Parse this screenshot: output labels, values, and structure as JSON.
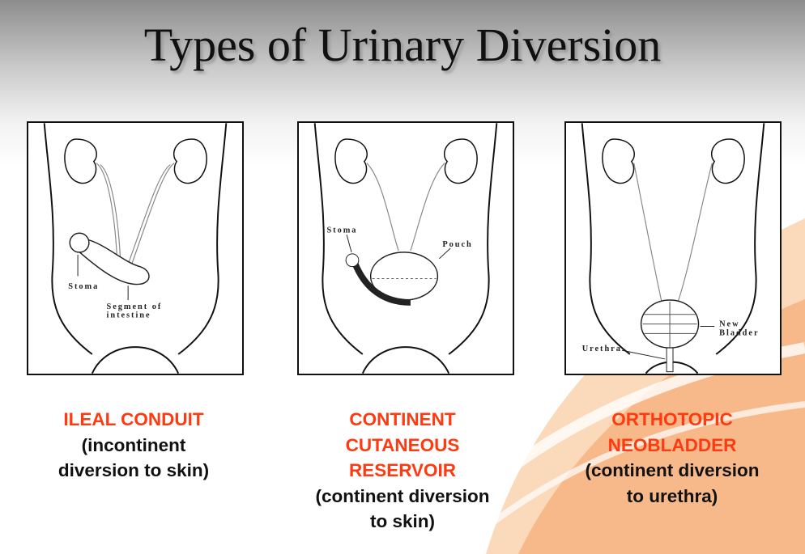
{
  "title": "Types of Urinary Diversion",
  "panels": [
    {
      "labels": {
        "stoma": "Stoma",
        "segment1": "Segment of",
        "segment2": "intestine"
      },
      "caption_title": [
        "ILEAL CONDUIT"
      ],
      "caption_desc": [
        "(incontinent",
        "diversion to skin)"
      ]
    },
    {
      "labels": {
        "stoma": "Stoma",
        "pouch": "Pouch"
      },
      "caption_title": [
        "CONTINENT",
        "CUTANEOUS",
        "RESERVOIR"
      ],
      "caption_desc": [
        "(continent diversion",
        "to skin)"
      ]
    },
    {
      "labels": {
        "urethra": "Urethra",
        "new": "New",
        "bladder": "Bladder"
      },
      "caption_title": [
        "ORTHOTOPIC",
        "NEOBLADDER"
      ],
      "caption_desc": [
        "(continent diversion",
        "to urethra)"
      ]
    }
  ],
  "colors": {
    "accent": "#ff3a10",
    "orange": "#f9c9a0"
  }
}
